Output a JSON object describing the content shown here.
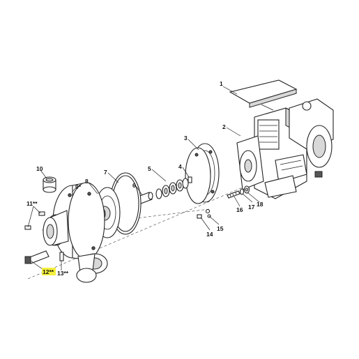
{
  "callouts": [
    {
      "id": "1",
      "label": "1"
    },
    {
      "id": "2",
      "label": "2"
    },
    {
      "id": "3",
      "label": "3"
    },
    {
      "id": "4",
      "label": "4"
    },
    {
      "id": "5",
      "label": "5"
    },
    {
      "id": "6",
      "label": "6"
    },
    {
      "id": "7",
      "label": "7"
    },
    {
      "id": "8",
      "label": "8"
    },
    {
      "id": "9",
      "label": "9*"
    },
    {
      "id": "10",
      "label": "10"
    },
    {
      "id": "11",
      "label": "11**"
    },
    {
      "id": "12",
      "label": "12**",
      "highlighted": true
    },
    {
      "id": "13",
      "label": "13**"
    },
    {
      "id": "14",
      "label": "14"
    },
    {
      "id": "15",
      "label": "15"
    },
    {
      "id": "16",
      "label": "16"
    },
    {
      "id": "17",
      "label": "17"
    },
    {
      "id": "18",
      "label": "18"
    }
  ],
  "highlight_color": "#f4ef3d"
}
